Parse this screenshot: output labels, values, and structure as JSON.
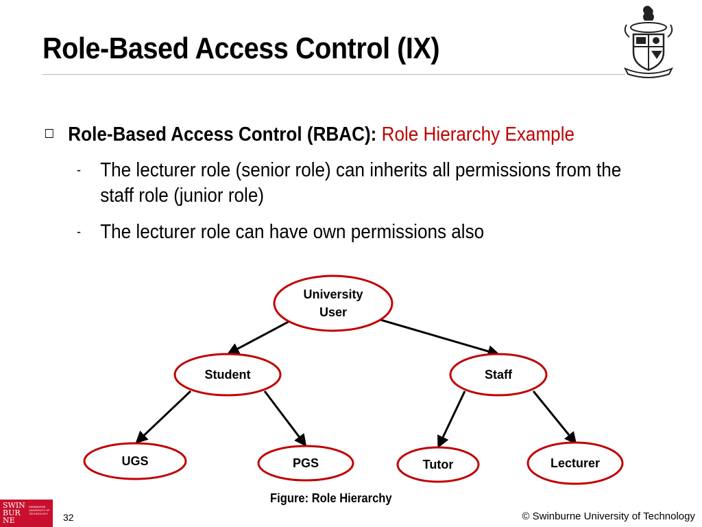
{
  "slide": {
    "title": "Role-Based Access Control (IX)",
    "bullet": {
      "lead": "Role-Based Access Control (RBAC):",
      "highlight": "Role Hierarchy Example"
    },
    "subpoints": [
      {
        "dash": "-",
        "text": "The lecturer role (senior role) can inherits all permissions from the staff role (junior role)"
      },
      {
        "dash": "-",
        "text": "The lecturer role can have own permissions also"
      }
    ],
    "caption": "Figure: Role Hierarchy",
    "page_number": "32",
    "copyright": "© Swinburne University of Technology",
    "logo": {
      "wordmark_lines": [
        "SWIN",
        "BUR",
        "NE"
      ],
      "subtitle_lines": [
        "SWINBURNE",
        "UNIVERSITY OF",
        "TECHNOLOGY"
      ]
    }
  },
  "diagram": {
    "nodes": [
      {
        "id": "university-user",
        "lines": [
          "University",
          "User"
        ]
      },
      {
        "id": "student",
        "lines": [
          "Student"
        ]
      },
      {
        "id": "staff",
        "lines": [
          "Staff"
        ]
      },
      {
        "id": "ugs",
        "lines": [
          "UGS"
        ]
      },
      {
        "id": "pgs",
        "lines": [
          "PGS"
        ]
      },
      {
        "id": "tutor",
        "lines": [
          "Tutor"
        ]
      },
      {
        "id": "lecturer",
        "lines": [
          "Lecturer"
        ]
      }
    ],
    "edges": [
      {
        "from": "university-user",
        "to": "student"
      },
      {
        "from": "university-user",
        "to": "staff"
      },
      {
        "from": "student",
        "to": "ugs"
      },
      {
        "from": "student",
        "to": "pgs"
      },
      {
        "from": "staff",
        "to": "tutor"
      },
      {
        "from": "staff",
        "to": "lecturer"
      }
    ],
    "colors": {
      "node_border": "#c00000",
      "edge": "#000000"
    }
  }
}
